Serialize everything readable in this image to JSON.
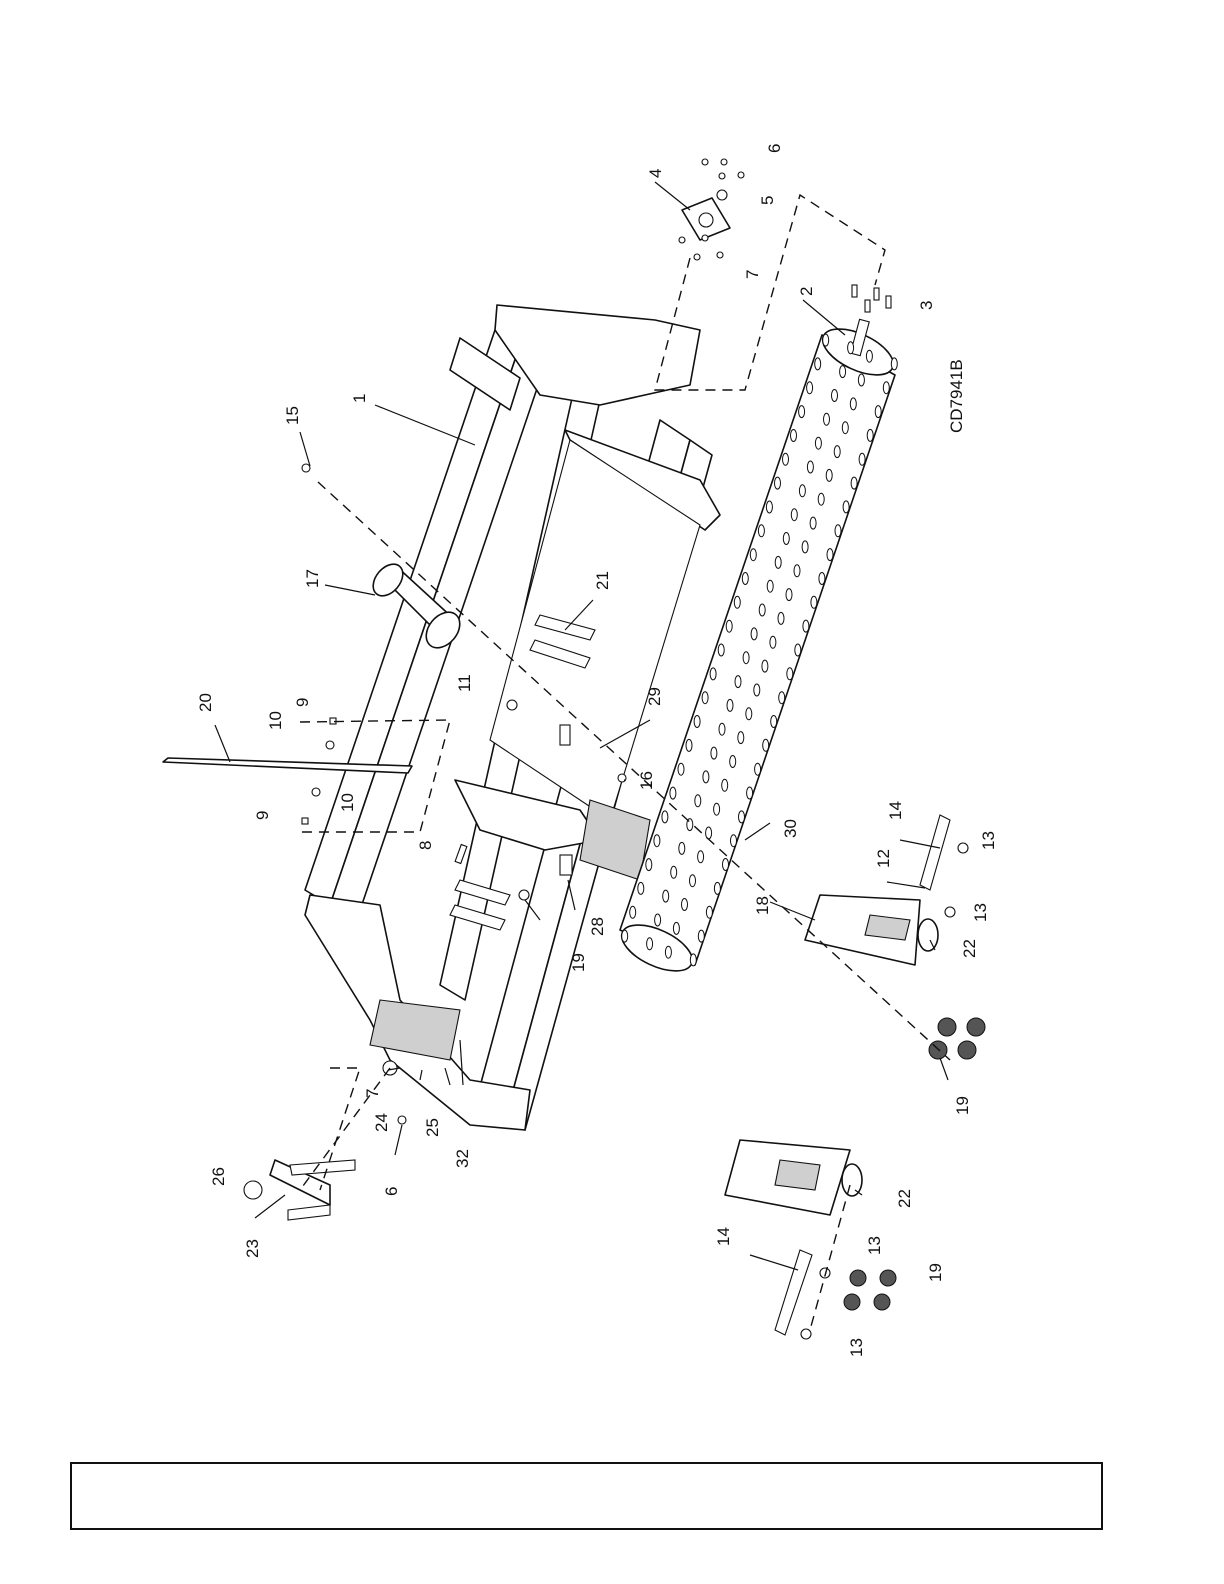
{
  "drawing_id": "CD7941B",
  "callouts": [
    {
      "label": "1"
    },
    {
      "label": "2"
    },
    {
      "label": "3"
    },
    {
      "label": "4"
    },
    {
      "label": "5"
    },
    {
      "label": "6"
    },
    {
      "label": "7"
    },
    {
      "label": "15"
    },
    {
      "label": "17"
    },
    {
      "label": "20"
    },
    {
      "label": "10"
    },
    {
      "label": "9"
    },
    {
      "label": "10"
    },
    {
      "label": "9"
    },
    {
      "label": "11"
    },
    {
      "label": "21"
    },
    {
      "label": "29"
    },
    {
      "label": "16"
    },
    {
      "label": "30"
    },
    {
      "label": "8"
    },
    {
      "label": "28"
    },
    {
      "label": "19"
    },
    {
      "label": "14"
    },
    {
      "label": "13"
    },
    {
      "label": "12"
    },
    {
      "label": "13"
    },
    {
      "label": "18"
    },
    {
      "label": "22"
    },
    {
      "label": "19"
    },
    {
      "label": "7"
    },
    {
      "label": "24"
    },
    {
      "label": "25"
    },
    {
      "label": "32"
    },
    {
      "label": "6"
    },
    {
      "label": "26"
    },
    {
      "label": "23"
    },
    {
      "label": "22"
    },
    {
      "label": "14"
    },
    {
      "label": "13"
    },
    {
      "label": "19"
    },
    {
      "label": "13"
    }
  ],
  "footer": {
    "text": ""
  }
}
